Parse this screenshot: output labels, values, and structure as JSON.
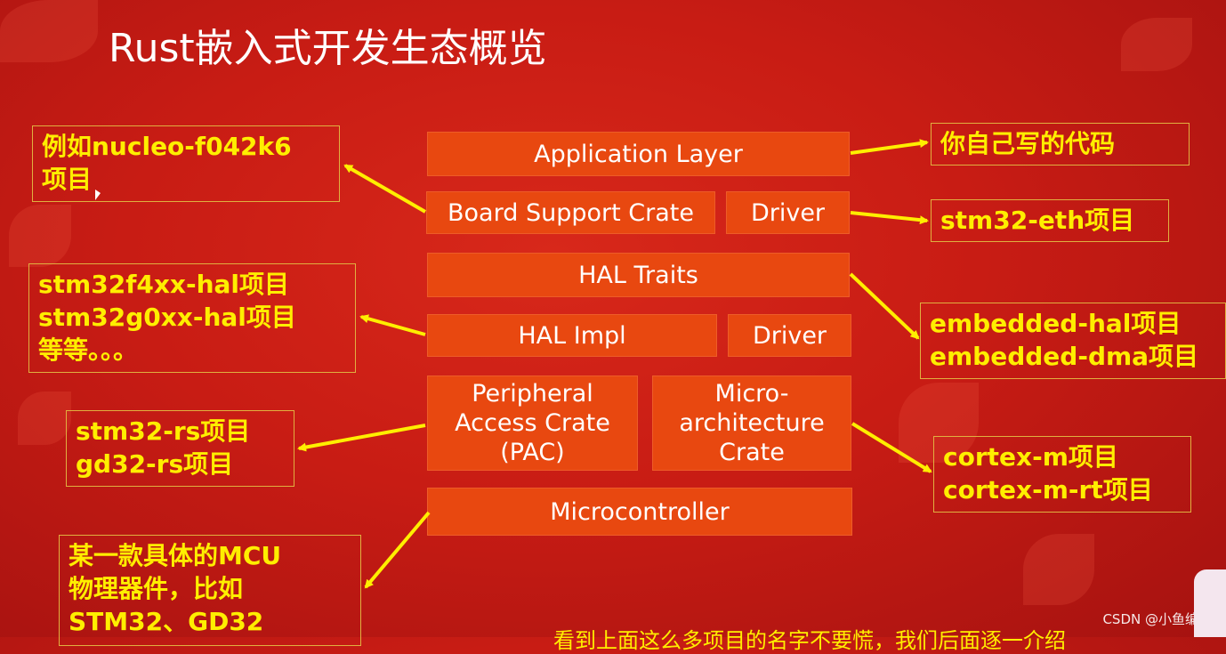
{
  "title": "Rust嵌入式开发生态概览",
  "layers": {
    "application": "Application Layer",
    "board_support": "Board Support Crate",
    "driver_top": "Driver",
    "hal_traits": "HAL Traits",
    "hal_impl": "HAL Impl",
    "driver_bottom": "Driver",
    "pac": [
      "Peripheral",
      "Access Crate",
      "(PAC)"
    ],
    "micro_arch": [
      "Micro-",
      "architecture",
      "Crate"
    ],
    "microcontroller": "Microcontroller"
  },
  "notes": {
    "bsp_example": [
      "例如nucleo-f042k6",
      "项目"
    ],
    "hal_impl_example": [
      "stm32f4xx-hal项目",
      "stm32g0xx-hal项目",
      "等等。。。"
    ],
    "pac_example": [
      "stm32-rs项目",
      "gd32-rs项目"
    ],
    "mcu_example": [
      "某一款具体的MCU",
      "物理器件，比如",
      "STM32、GD32"
    ],
    "app_example": [
      "你自己写的代码"
    ],
    "driver_example": [
      "stm32-eth项目"
    ],
    "hal_traits_example": [
      "embedded-hal项目",
      "embedded-dma项目"
    ],
    "micro_arch_example": [
      "cortex-m项目",
      "cortex-m-rt项目"
    ]
  },
  "caption": "看到上面这么多项目的名字不要慌，我们后面逐一介绍",
  "watermark": "CSDN @小鱼编程",
  "colors": {
    "background": "#c81c14",
    "layer_fill": "#e84810",
    "note_text": "#ffee00",
    "arrow": "#ffee00"
  }
}
